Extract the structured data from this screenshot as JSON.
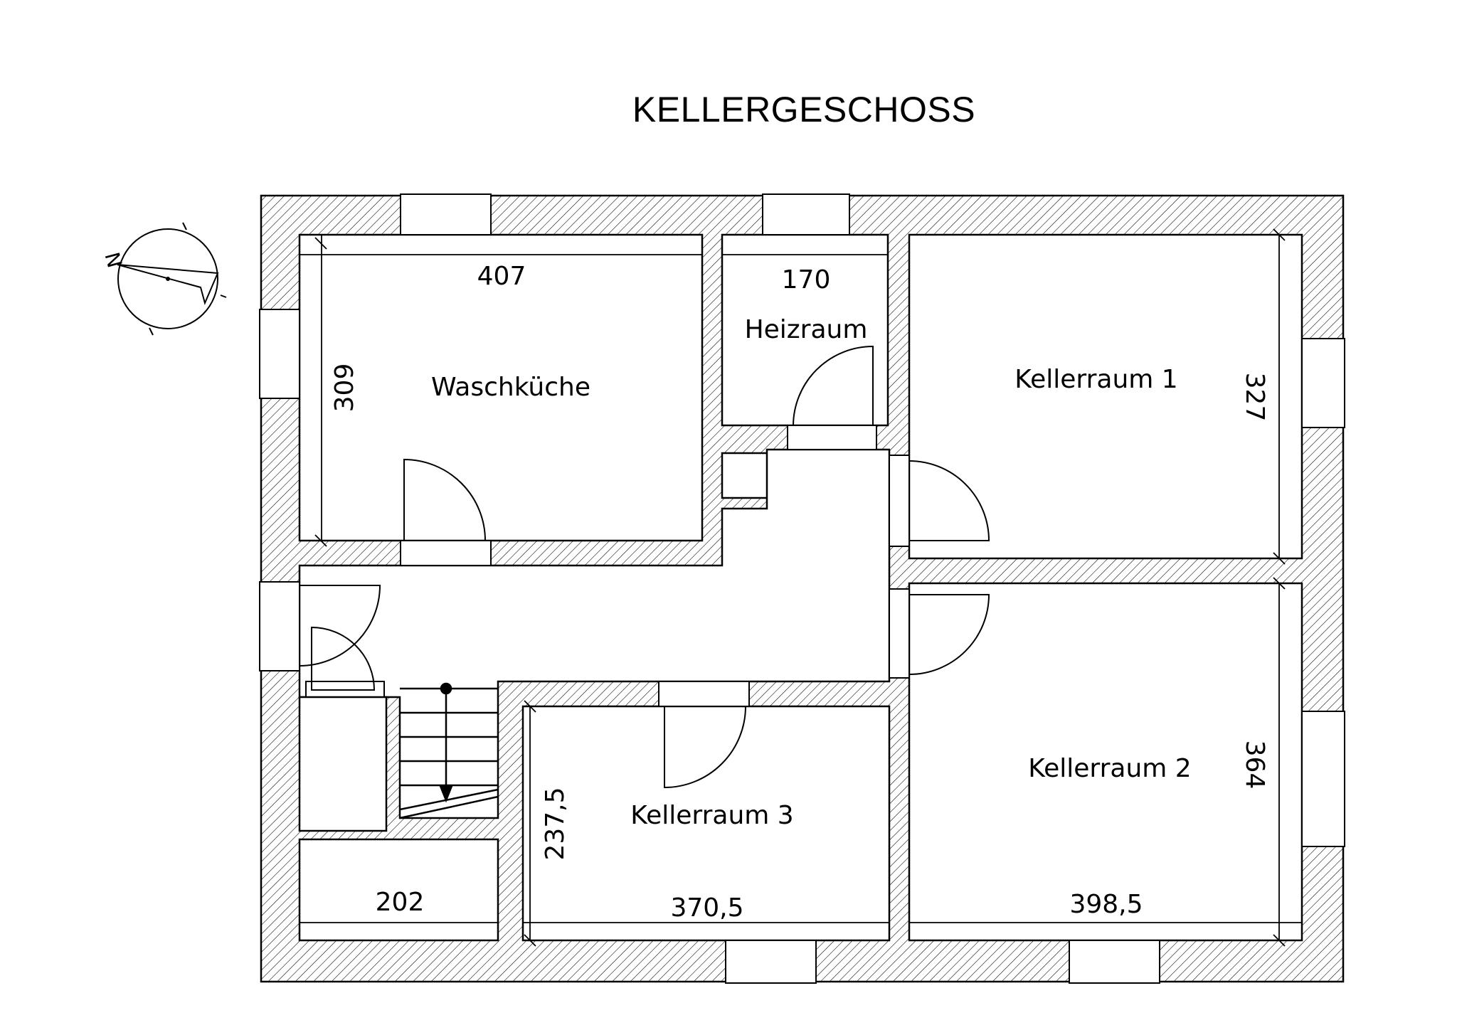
{
  "title": "KELLERGESCHOSS",
  "north_label": "N",
  "rooms": {
    "waschkueche": {
      "name": "Waschküche",
      "width": "407",
      "depth": "309"
    },
    "heizraum": {
      "name": "Heizraum",
      "width": "170"
    },
    "kellerraum1": {
      "name": "Kellerraum 1",
      "depth": "327"
    },
    "kellerraum2": {
      "name": "Kellerraum 2",
      "width": "398,5",
      "depth": "364"
    },
    "kellerraum3": {
      "name": "Kellerraum 3",
      "width": "370,5",
      "depth": "237,5"
    },
    "stair_area": {
      "width": "202"
    }
  }
}
